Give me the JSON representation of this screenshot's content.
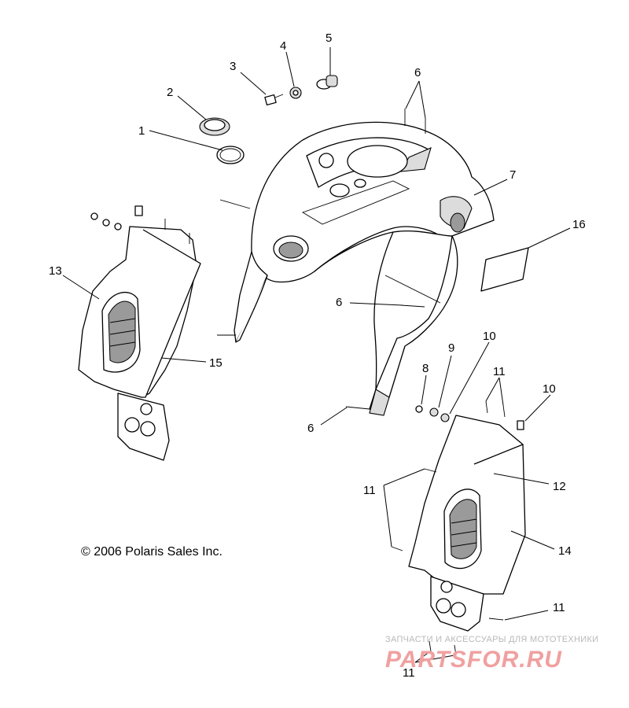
{
  "callouts": [
    {
      "id": "c1",
      "text": "1"
    },
    {
      "id": "c2",
      "text": "2"
    },
    {
      "id": "c3",
      "text": "3"
    },
    {
      "id": "c4",
      "text": "4"
    },
    {
      "id": "c5",
      "text": "5"
    },
    {
      "id": "c6a",
      "text": "6"
    },
    {
      "id": "c6b",
      "text": "6"
    },
    {
      "id": "c6c",
      "text": "6"
    },
    {
      "id": "c7",
      "text": "7"
    },
    {
      "id": "c8",
      "text": "8"
    },
    {
      "id": "c9",
      "text": "9"
    },
    {
      "id": "c10a",
      "text": "10"
    },
    {
      "id": "c10b",
      "text": "10"
    },
    {
      "id": "c11a",
      "text": "11"
    },
    {
      "id": "c11b",
      "text": "11"
    },
    {
      "id": "c11c",
      "text": "11"
    },
    {
      "id": "c11d",
      "text": "11"
    },
    {
      "id": "c12",
      "text": "12"
    },
    {
      "id": "c13",
      "text": "13"
    },
    {
      "id": "c14",
      "text": "14"
    },
    {
      "id": "c15",
      "text": "15"
    },
    {
      "id": "c16",
      "text": "16"
    }
  ],
  "copyright": "© 2006 Polaris Sales Inc.",
  "watermark": {
    "tagline": "ЗАПЧАСТИ И АКСЕССУАРЫ ДЛЯ МОТОТЕХНИКИ",
    "logo": "PARTSFOR.RU"
  }
}
